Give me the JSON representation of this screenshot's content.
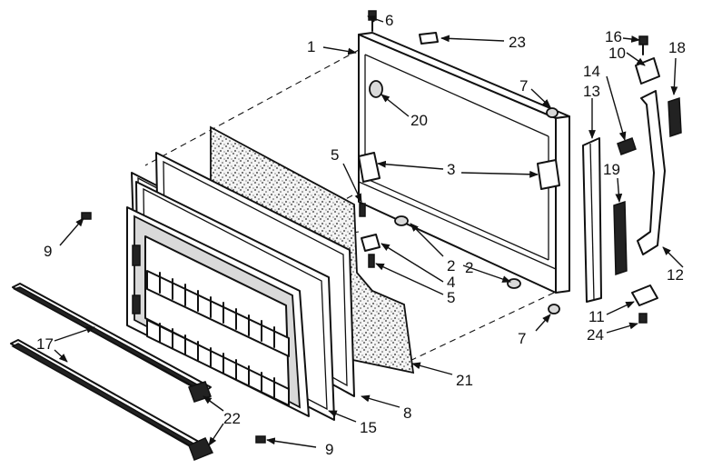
{
  "labels": {
    "l1": "1",
    "l2a": "2",
    "l2b": "2",
    "l3": "3",
    "l4": "4",
    "l5a": "5",
    "l5b": "5",
    "l6": "6",
    "l7a": "7",
    "l7b": "7",
    "l8": "8",
    "l9a": "9",
    "l9b": "9",
    "l10": "10",
    "l11": "11",
    "l12": "12",
    "l13": "13",
    "l14": "14",
    "l15": "15",
    "l16": "16",
    "l17": "17",
    "l18": "18",
    "l19": "19",
    "l20": "20",
    "l21": "21",
    "l22": "22",
    "l23": "23",
    "l24": "24"
  }
}
